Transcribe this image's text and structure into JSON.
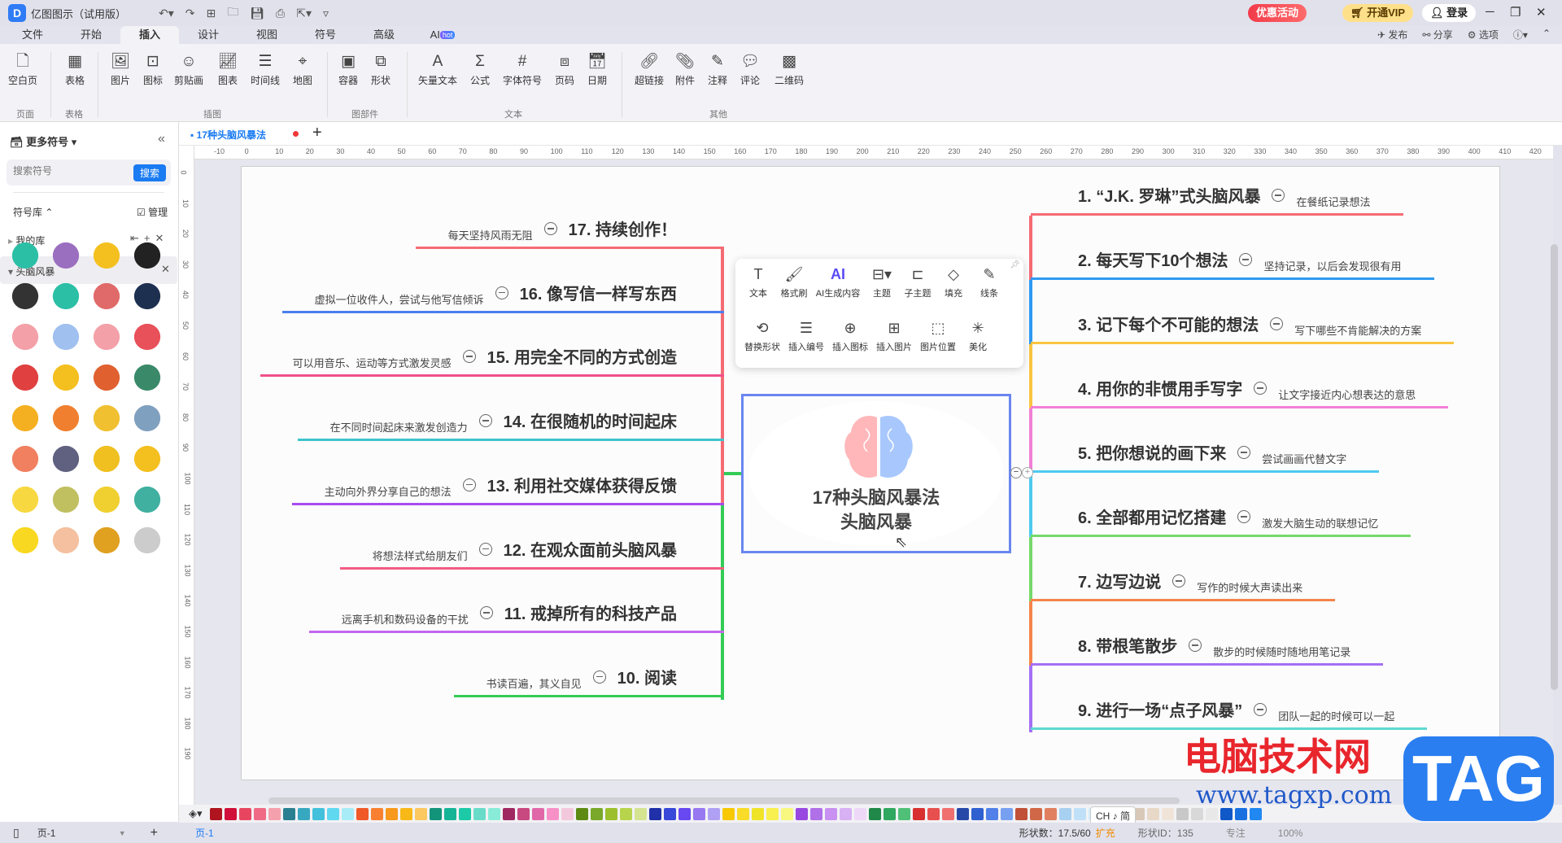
{
  "app": {
    "title": "亿图图示（试用版）",
    "promo": "优惠活动",
    "vip": "开通VIP",
    "login": "登录"
  },
  "menu_tabs": [
    "文件",
    "开始",
    "插入",
    "设计",
    "视图",
    "符号",
    "高级",
    "AI"
  ],
  "hot_badge": "hot",
  "right_ops": [
    "发布",
    "分享",
    "选项"
  ],
  "ribbon": {
    "buttons": [
      "空白页",
      "表格",
      "图片",
      "图标",
      "剪贴画",
      "图表",
      "时间线",
      "地图",
      "容器",
      "形状",
      "矢量文本",
      "公式",
      "字体符号",
      "页码",
      "日期",
      "超链接",
      "附件",
      "注释",
      "评论",
      "二维码"
    ],
    "groups": [
      "页面",
      "表格",
      "插图",
      "图部件",
      "文本",
      "其他"
    ]
  },
  "left_panel": {
    "title": "更多符号",
    "search_placeholder": "搜索符号",
    "search_btn": "搜索",
    "library": "符号库",
    "manage": "管理",
    "my_lib": "我的库",
    "brainstorm_lib": "头脑风暴"
  },
  "doc_tab": "17种头脑风暴法",
  "ruler_h": [
    "-10",
    "0",
    "10",
    "20",
    "30",
    "40",
    "50",
    "60",
    "70",
    "80",
    "90",
    "100",
    "110",
    "120",
    "130",
    "140",
    "150",
    "160",
    "170",
    "180",
    "190",
    "200",
    "210",
    "220",
    "230",
    "240",
    "250",
    "260",
    "270",
    "280",
    "290",
    "300",
    "310",
    "320",
    "330",
    "340",
    "350",
    "360",
    "370",
    "380",
    "390",
    "400",
    "410",
    "420"
  ],
  "ruler_v": [
    "0",
    "10",
    "20",
    "30",
    "40",
    "50",
    "60",
    "70",
    "80",
    "90",
    "100",
    "110",
    "120",
    "130",
    "140",
    "150",
    "160",
    "170",
    "180",
    "190"
  ],
  "center": {
    "line1": "17种头脑风暴法",
    "line2": "头脑风暴"
  },
  "right_nodes": [
    {
      "title": "1. “J.K. 罗琳”式头脑风暴",
      "note": "在餐纸记录想法",
      "color": "#f56b73"
    },
    {
      "title": "2. 每天写下10个想法",
      "note": "坚持记录，以后会发现很有用",
      "color": "#2f9af2"
    },
    {
      "title": "3. 记下每个不可能的想法",
      "note": "写下哪些不肯能解决的方案",
      "color": "#f9c440"
    },
    {
      "title": "4. 用你的非惯用手写字",
      "note": "让文字接近内心想表达的意思",
      "color": "#f27fd6"
    },
    {
      "title": "5. 把你想说的画下来",
      "note": "尝试画画代替文字",
      "color": "#4fc9f0"
    },
    {
      "title": "6. 全部都用记忆搭建",
      "note": "激发大脑生动的联想记忆",
      "color": "#76d96a"
    },
    {
      "title": "7. 边写边说",
      "note": "写作的时候大声读出来",
      "color": "#f5844a"
    },
    {
      "title": "8. 带根笔散步",
      "note": "散步的时候随时随地用笔记录",
      "color": "#a56ff5"
    },
    {
      "title": "9. 进行一场“点子风暴”",
      "note": "团队一起的时候可以一起",
      "color": "#5fd9d1"
    }
  ],
  "left_nodes": [
    {
      "title": "17. 持续创作！",
      "note": "每天坚持风雨无阻",
      "color": "#f56b73"
    },
    {
      "title": "16. 像写信一样写东西",
      "note": "虚拟一位收件人，尝试与他写信倾诉",
      "color": "#4b7ff0"
    },
    {
      "title": "15. 用完全不同的方式创造",
      "note": "可以用音乐、运动等方式激发灵感",
      "color": "#f0508a"
    },
    {
      "title": "14. 在很随机的时间起床",
      "note": "在不同时间起床来激发创造力",
      "color": "#3ec4cc"
    },
    {
      "title": "13. 利用社交媒体获得反馈",
      "note": "主动向外界分享自己的想法",
      "color": "#a84cf0"
    },
    {
      "title": "12. 在观众面前头脑风暴",
      "note": "将想法样式给朋友们",
      "color": "#f25c82"
    },
    {
      "title": "11. 戒掉所有的科技产品",
      "note": "远离手机和数码设备的干扰",
      "color": "#c266f0"
    },
    {
      "title": "10. 阅读",
      "note": "书读百遍，其义自见",
      "color": "#33cc55"
    }
  ],
  "float_toolbar": [
    "文本",
    "格式刷",
    "AI生成内容",
    "主题",
    "子主题",
    "填充",
    "线条",
    "替换形状",
    "插入编号",
    "插入图标",
    "插入图片",
    "图片位置",
    "美化"
  ],
  "palette": [
    "#b0151f",
    "#d0103a",
    "#e84660",
    "#f06a86",
    "#f5a0ad",
    "#2a8090",
    "#38a8c0",
    "#42c0dc",
    "#60d8f0",
    "#a8ecf8",
    "#f05a28",
    "#f88030",
    "#f8981c",
    "#f8b818",
    "#fcc860",
    "#12947a",
    "#16b496",
    "#1ccaa8",
    "#68dcc8",
    "#88ecd8",
    "#a02860",
    "#c84880",
    "#e068a8",
    "#f890c8",
    "#f4c8dc",
    "#5e8a14",
    "#7aa82a",
    "#9cc02c",
    "#b8d44c",
    "#d4e490",
    "#2030a8",
    "#3848d8",
    "#6848f0",
    "#9878f0",
    "#b0a0f4",
    "#f8c800",
    "#f8dc28",
    "#f0e428",
    "#f8f050",
    "#f8f880",
    "#9848e0",
    "#b070e8",
    "#c890f0",
    "#d8b0f4",
    "#eed8f8",
    "#208848",
    "#30a860",
    "#50c078",
    "#d83030",
    "#e85050",
    "#f07070",
    "#2848a8",
    "#3060d0",
    "#5080e8",
    "#78a0f0",
    "#c05038",
    "#d06848",
    "#e08060",
    "#a8d0f0",
    "#c0e0f8",
    "#d0ecf8",
    "#b8a8a0",
    "#c8b8b0",
    "#d8c8b8",
    "#e8d8c8",
    "#f0e4d8",
    "#c8c8c8",
    "#d8d8d8",
    "#e8e8e8",
    "#1058c8",
    "#1870e0",
    "#2088f0"
  ],
  "ime": "CH ♪ 简",
  "status": {
    "page_sel": "页-1",
    "page_tab": "页-1",
    "shapes": "形状数：17.5/60",
    "expand": "扩充",
    "shape_id": "形状ID：135",
    "focus": "专注",
    "zoom": "100%"
  },
  "watermark": {
    "cn": "电脑技术网",
    "url": "www.tagxp.com",
    "tag": "TAG"
  }
}
